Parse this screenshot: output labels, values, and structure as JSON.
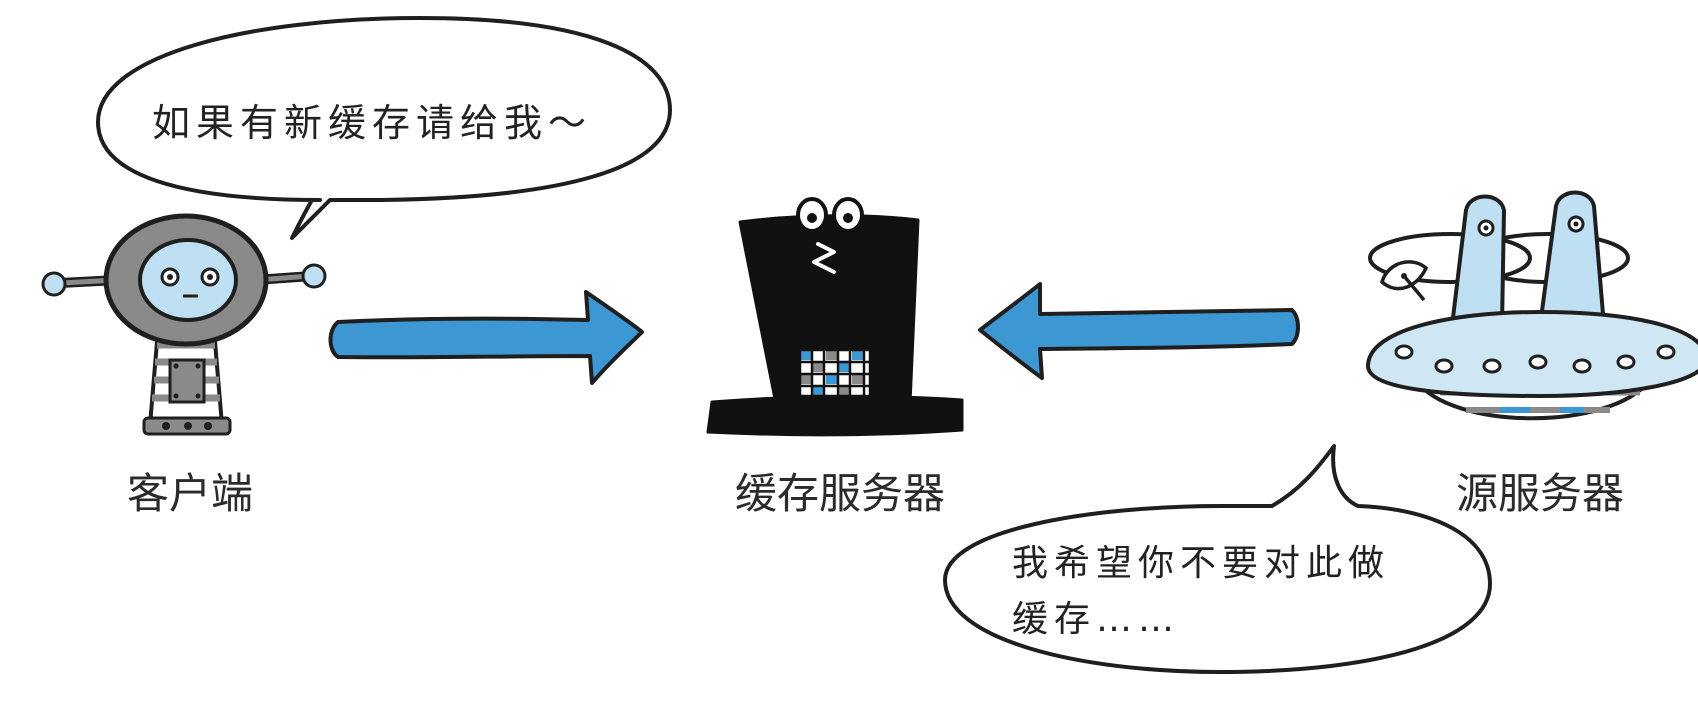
{
  "client": {
    "label": "客户端",
    "speech": "如果有新缓存请给我～"
  },
  "cache_server": {
    "label": "缓存服务器"
  },
  "origin_server": {
    "label": "源服务器",
    "speech_line1": "我希望你不要对此做",
    "speech_line2": "缓存……"
  },
  "colors": {
    "arrow": "#3d97d3",
    "outline": "#1f1f1f",
    "robot_gray": "#8a8a8a",
    "robot_face": "#bfe0f2",
    "ufo_body": "#cfe6f4",
    "cache_black": "#111111"
  }
}
